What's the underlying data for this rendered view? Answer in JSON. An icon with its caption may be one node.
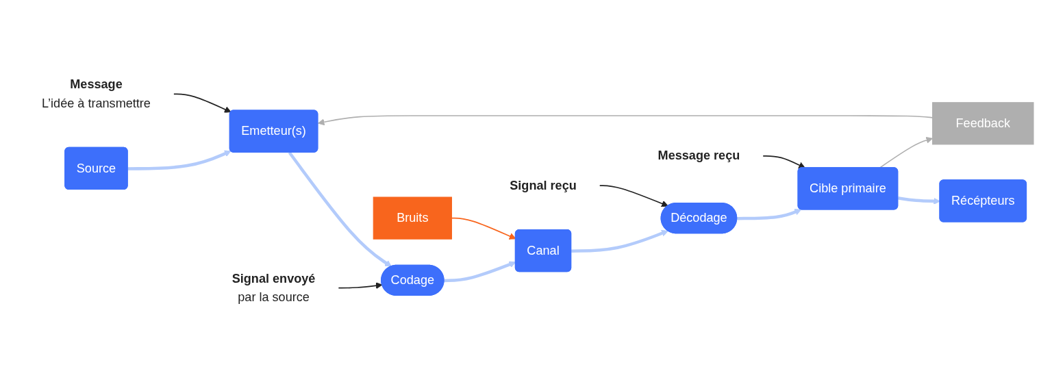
{
  "diagram": {
    "nodes": [
      {
        "text": [
          "Source"
        ]
      },
      {
        "text": [
          "Emetteur(s)"
        ]
      },
      {
        "text": [
          "Codage"
        ]
      },
      {
        "text": [
          "Canal"
        ]
      },
      {
        "text": [
          "Décodage"
        ]
      },
      {
        "text": [
          "Cible primaire"
        ]
      },
      {
        "text": [
          "Récépteurs"
        ]
      },
      {
        "text": [
          "Message",
          "L’idée à transmettre"
        ]
      },
      {
        "text": [
          "Signal envoyé",
          "par la source"
        ]
      },
      {
        "text": [
          "Bruits"
        ]
      },
      {
        "text": [
          "Signal reçu"
        ]
      },
      {
        "text": [
          "Message reçu"
        ]
      },
      {
        "text": [
          "Feedback"
        ]
      }
    ],
    "edges": [
      {
        "from": 0,
        "to": 1,
        "arrow": "to",
        "style": "thick",
        "color": "#b3cbfb"
      },
      {
        "from": 1,
        "to": 2,
        "arrow": "to",
        "style": "thick",
        "color": "#b3cbfb"
      },
      {
        "from": 2,
        "to": 3,
        "arrow": "to",
        "style": "thick",
        "color": "#b3cbfb"
      },
      {
        "from": 3,
        "to": 4,
        "arrow": "to",
        "style": "thick",
        "color": "#b3cbfb"
      },
      {
        "from": 4,
        "to": 5,
        "arrow": "to",
        "style": "thick",
        "color": "#b3cbfb"
      },
      {
        "from": 5,
        "to": 6,
        "arrow": "to",
        "style": "thick",
        "color": "#b3cbfb"
      },
      {
        "from": 7,
        "to": 1,
        "arrow": "to",
        "color": "#222222"
      },
      {
        "from": 8,
        "to": 2,
        "arrow": "to",
        "color": "#222222"
      },
      {
        "from": 9,
        "to": 3,
        "arrow": "to",
        "color": "#f8651d"
      },
      {
        "from": 10,
        "to": 4,
        "arrow": "to",
        "color": "#222222"
      },
      {
        "from": 11,
        "to": 5,
        "arrow": "to",
        "color": "#222222"
      },
      {
        "from": 5,
        "to": 12,
        "arrow": "to",
        "color": "#afafaf"
      },
      {
        "from": 12,
        "to": 1,
        "arrow": "to",
        "color": "#afafaf"
      }
    ]
  }
}
